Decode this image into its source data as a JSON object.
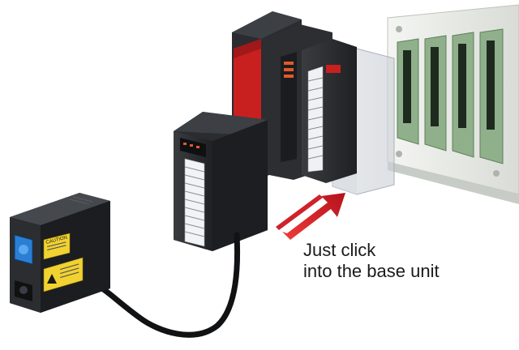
{
  "caption": {
    "line1": "Just click",
    "line2": "into the base unit"
  },
  "sensor_labels": {
    "caution": "CAUTION"
  },
  "colors": {
    "background": "#ffffff",
    "arrow": "#e8202a",
    "cpu_red": "#c8201f",
    "module_body": "#26282b",
    "base_plate": "#e6e8e4",
    "pcb_green": "#8fb08a",
    "sensor_blue": "#2a7fd4",
    "caution_yellow": "#f2d230"
  },
  "icons": {
    "insert_arrow": "red-arrow-icon"
  }
}
